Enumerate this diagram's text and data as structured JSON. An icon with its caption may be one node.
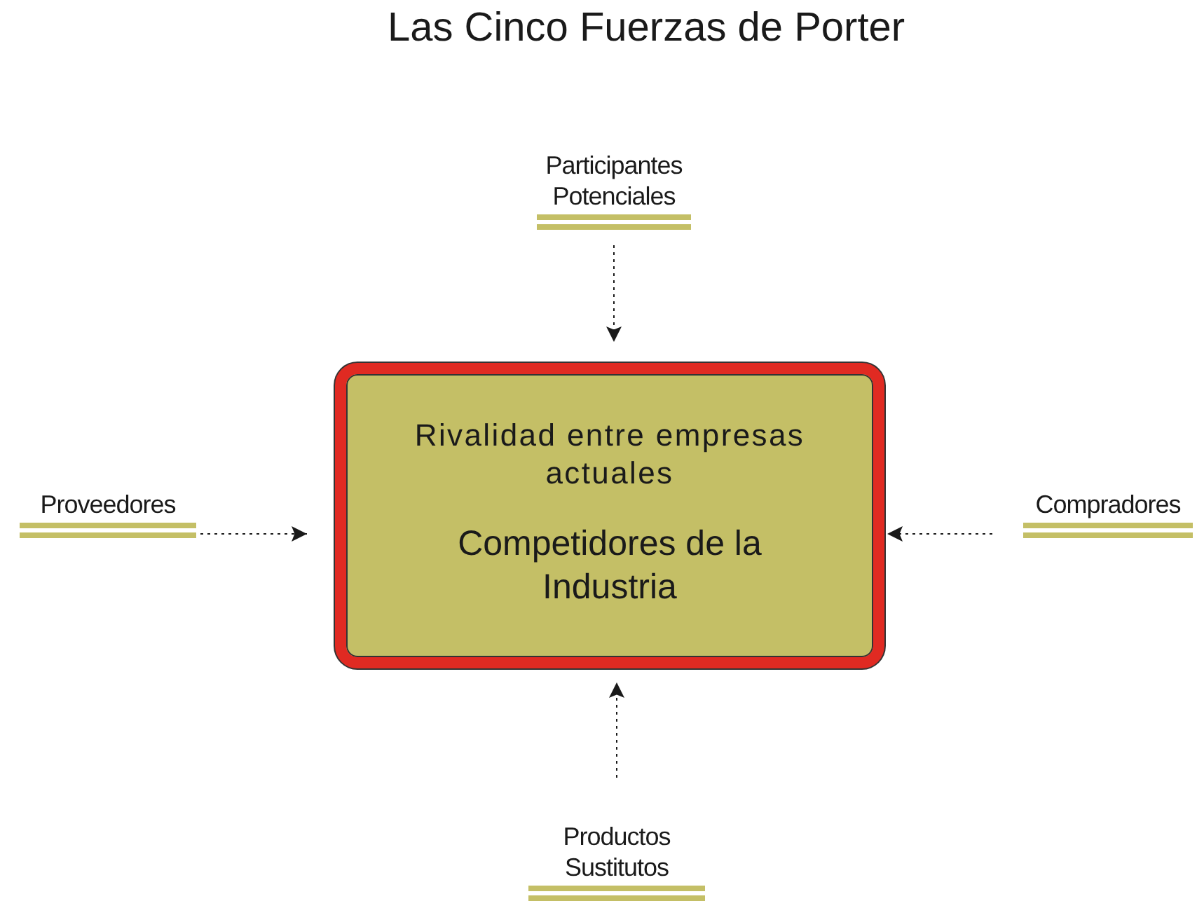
{
  "diagram": {
    "title": "Las Cinco Fuerzas de Porter",
    "nodes": [
      {
        "text": [
          "Participantes Potenciales"
        ]
      },
      {
        "text": [
          "Proveedores"
        ]
      },
      {
        "text": [
          "Rivalidad entre empresas actuales",
          "Competidores de la Industria"
        ]
      },
      {
        "text": [
          "Compradores"
        ]
      },
      {
        "text": [
          "Productos Sustitutos"
        ]
      }
    ],
    "edges": [
      {
        "from": 0,
        "to": 2,
        "arrow": "to",
        "style": "dashed"
      },
      {
        "from": 1,
        "to": 2,
        "arrow": "to",
        "style": "dashed"
      },
      {
        "from": 3,
        "to": 2,
        "arrow": "to",
        "style": "dashed"
      },
      {
        "from": 4,
        "to": 2,
        "arrow": "to",
        "style": "dashed"
      }
    ]
  }
}
